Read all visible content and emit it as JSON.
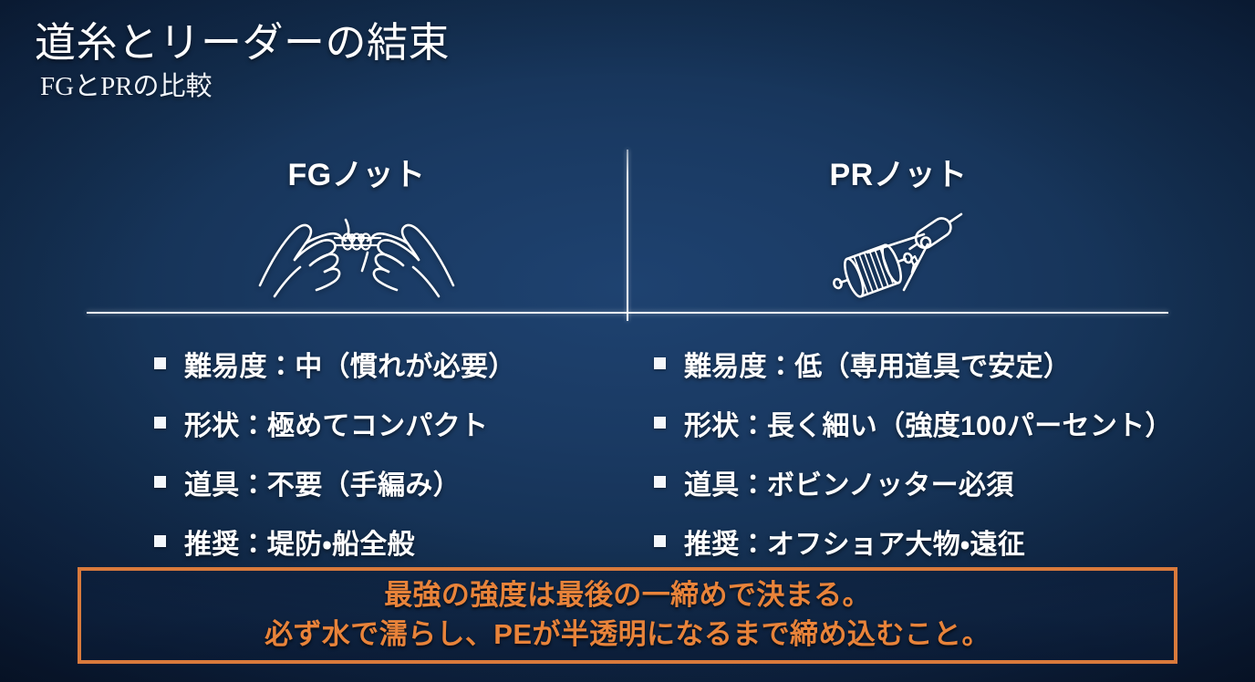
{
  "header": {
    "title": "道糸とリーダーの結束",
    "subtitle": "FGとPRの比較"
  },
  "columns": [
    {
      "heading": "FGノット",
      "illustration": "two-hands-tying-knot-icon",
      "bullets": [
        "難易度：中（慣れが必要）",
        "形状：極めてコンパクト",
        "道具：不要（手編み）",
        "推奨：堤防・船全般"
      ]
    },
    {
      "heading": "PRノット",
      "illustration": "bobbin-winder-icon",
      "bullets": [
        "難易度：低（専用道具で安定）",
        "形状：長く細い（強度100パーセント）",
        "道具：ボビンノッター必須",
        "推奨：オフショア大物・遠征"
      ]
    }
  ],
  "callout": {
    "lines": [
      "最強の強度は最後の一締めで決まる。",
      "必ず水で濡らし、PEが半透明になるまで締め込むこと。"
    ]
  },
  "colors": {
    "accent_orange": "#e8833a",
    "callout_border": "#d97a3c",
    "text_white": "#ffffff",
    "background_deep_navy": "#0b1c38",
    "background_mid_navy": "#1e4270"
  }
}
